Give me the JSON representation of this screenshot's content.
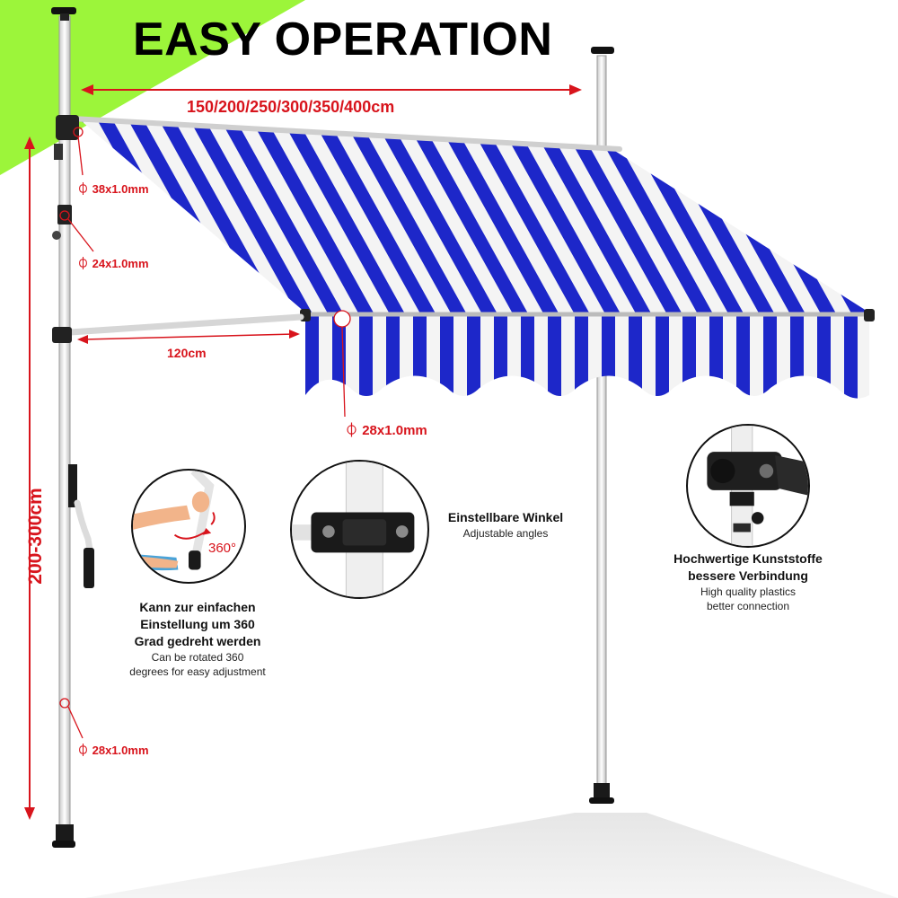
{
  "title": "EASY OPERATION",
  "dimensions": {
    "width": "150/200/250/300/350/400cm",
    "height": "200-300cm",
    "arm_length": "120cm"
  },
  "specs": {
    "top_tube": "38x1.0mm",
    "upper_tube": "24x1.0mm",
    "front_bar": "28x1.0mm",
    "lower_tube": "28x1.0mm",
    "diameter_symbol": "⏀"
  },
  "features": {
    "rotate": {
      "title_de": "Kann zur einfachen Einstellung um 360 Grad gedreht werden",
      "title_de_lines": [
        "Kann zur einfachen",
        "Einstellung um 360",
        "Grad gedreht werden"
      ],
      "title_en_lines": [
        "Can be rotated 360",
        "degrees for easy adjustment"
      ],
      "degree_label": "360°"
    },
    "angle": {
      "title_de": "Einstellbare Winkel",
      "title_en": "Adjustable angles"
    },
    "plastics": {
      "title_de_lines": [
        "Hochwertige Kunststoffe",
        "bessere Verbindung"
      ],
      "title_en_lines": [
        "High quality plastics",
        "better connection"
      ]
    }
  },
  "colors": {
    "accent_green": "#9cf53a",
    "dimension_red": "#d8141c",
    "stripe_blue": "#1d27c9",
    "stripe_white": "#f4f4f4"
  },
  "icons": [
    "diameter-icon",
    "dimension-arrow",
    "crank-handle"
  ]
}
